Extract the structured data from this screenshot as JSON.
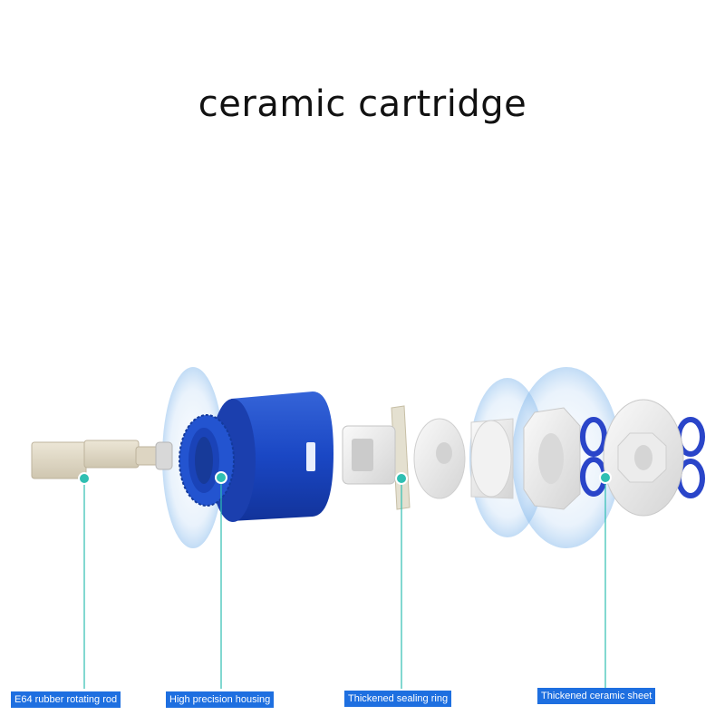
{
  "title": "ceramic cartridge",
  "colors": {
    "label_bg": "#1e6fe0",
    "leader_line": "#2fbfb2",
    "housing_blue": "#1a47c4",
    "seal_blue": "#2a45c9",
    "part_white": "#e9e9e9"
  },
  "callouts": [
    {
      "label": "E64 rubber rotating rod"
    },
    {
      "label": "High precision housing"
    },
    {
      "label": "Thickened sealing ring"
    },
    {
      "label": "Thickened ceramic sheet"
    }
  ]
}
